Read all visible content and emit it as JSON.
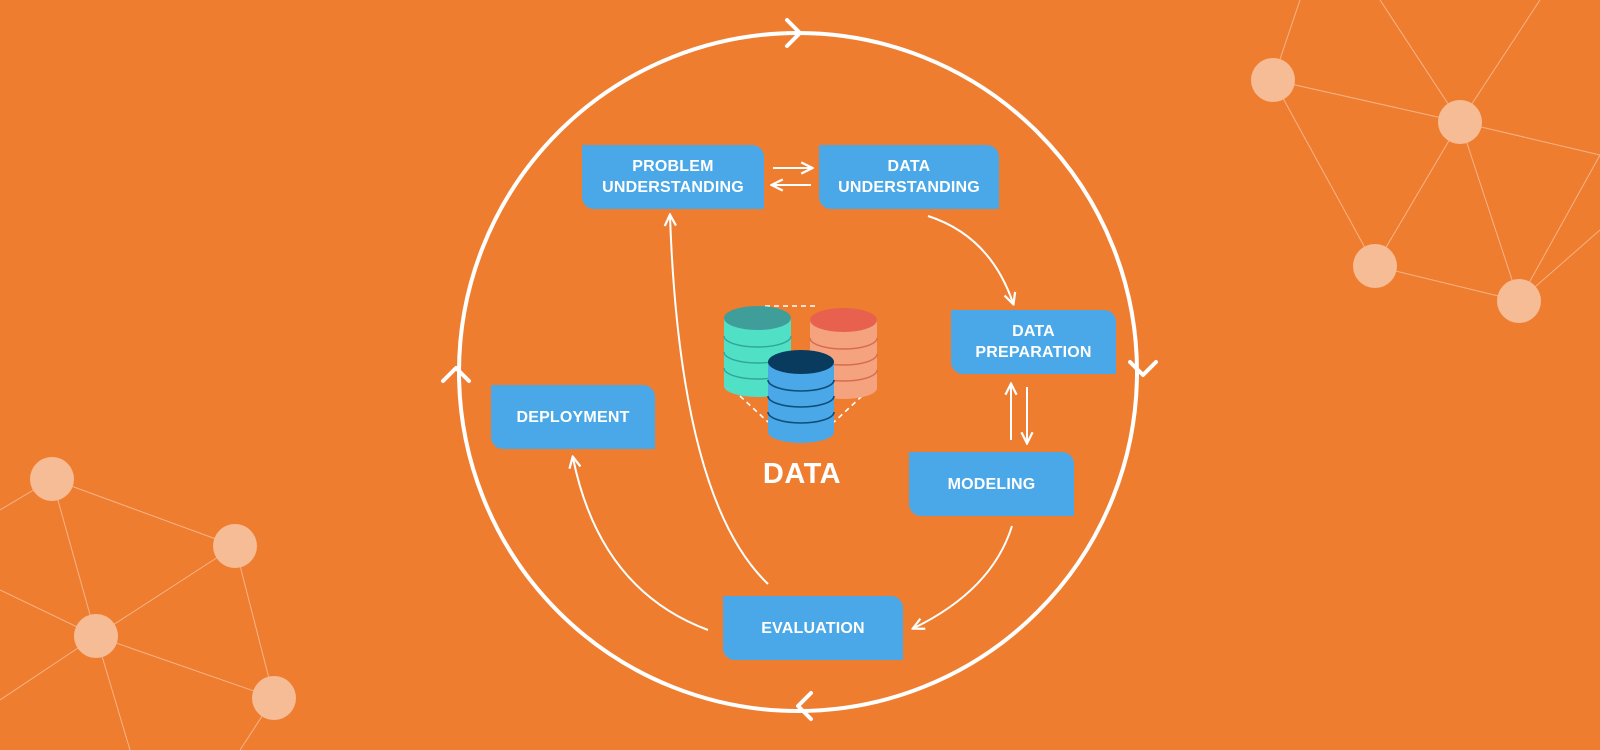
{
  "diagram": {
    "stages": {
      "problem_understanding": "PROBLEM\nUNDERSTANDING",
      "data_understanding": "DATA\nUNDERSTANDING",
      "data_preparation": "DATA\nPREPARATION",
      "modeling": "MODELING",
      "evaluation": "EVALUATION",
      "deployment": "DEPLOYMENT"
    },
    "center_label": "DATA"
  },
  "colors": {
    "background": "#EF7D30",
    "stage_box": "#4AA8E8",
    "line": "#FFFFFF",
    "network_node": "#F6BC96",
    "db_teal": "#4FE0C6",
    "db_salmon": "#F5A27E",
    "db_blue": "#4AA8E8",
    "db_navy": "#083B5E"
  },
  "icons": [
    "network-graph-decoration",
    "database-stack-icon"
  ]
}
